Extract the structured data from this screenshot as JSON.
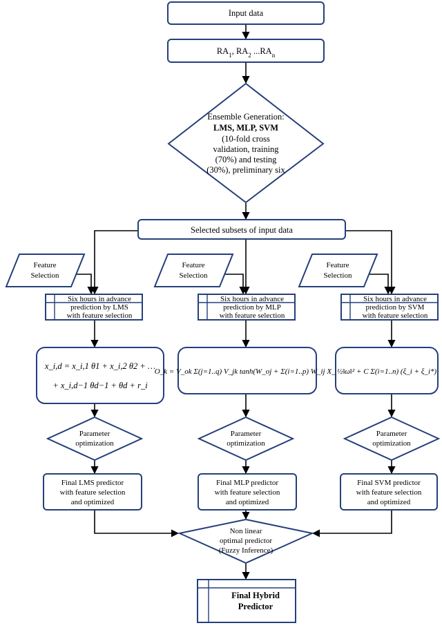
{
  "diagram": {
    "input_data": "Input data",
    "ra_list": {
      "base": "RA",
      "parts": [
        {
          "sub": "1",
          "sep": ", "
        },
        {
          "sub": "2",
          "sep": " ..."
        },
        {
          "sub": "n",
          "sep": ""
        }
      ]
    },
    "ensemble": {
      "title": "Ensemble Generation:",
      "methods": "LMS, MLP, SVM",
      "details": [
        "(10-fold cross",
        "validation, training",
        "(70%) and testing",
        "(30%), preliminary six"
      ]
    },
    "selected_subsets": "Selected subsets of input data",
    "columns": [
      {
        "feature_selection": [
          "Feature",
          "Selection"
        ],
        "prediction": [
          "Six hours in advance",
          "prediction by LMS",
          "with feature selection"
        ],
        "formula": [
          "x_i,d = x_i,1 θ1 + x_i,2 θ2 + …",
          "+ x_i,d−1 θd−1 + θd + r_i"
        ],
        "parameter": [
          "Parameter",
          "optimization"
        ],
        "final": [
          "Final LMS predictor",
          "with feature selection",
          "and optimized"
        ]
      },
      {
        "feature_selection": [
          "Feature",
          "Selection"
        ],
        "prediction": [
          "Six hours in advance",
          "prediction by MLP",
          "with feature selection"
        ],
        "formula": [
          "O_k = V_ok Σ(j=1..q) V_jk tanh(W_oj + Σ(i=1..p) W_ij X_i)"
        ],
        "parameter": [
          "Parameter",
          "optimization"
        ],
        "final": [
          "Final MLP predictor",
          "with feature selection",
          "and optimized"
        ]
      },
      {
        "feature_selection": [
          "Feature",
          "Selection"
        ],
        "prediction": [
          "Six hours in advance",
          "prediction by SVM",
          "with feature selection"
        ],
        "formula": [
          "½‖ω‖² + C Σ(i=1..n) (ξ_i + ξ_i*)"
        ],
        "parameter": [
          "Parameter",
          "optimization"
        ],
        "final": [
          "Final SVM predictor",
          "with feature selection",
          "and optimized"
        ]
      }
    ],
    "nonlinear": [
      "Non linear",
      "optimal predictor",
      "(Fuzzy Inference)"
    ],
    "final_hybrid": [
      "Final Hybrid",
      "Predictor"
    ]
  }
}
